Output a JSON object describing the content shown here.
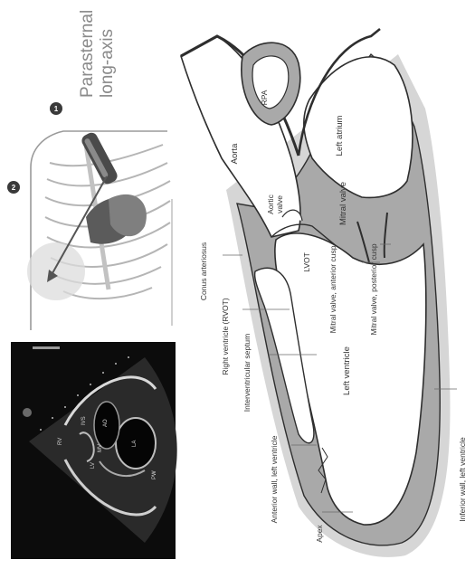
{
  "title": {
    "line1": "Parasternal",
    "line2": "long-axis"
  },
  "badges": {
    "one": "1",
    "two": "2"
  },
  "labels": {
    "rpa": "RPA",
    "aorta": "Aorta",
    "left_atrium": "Left atrium",
    "aortic_valve_1": "Aortic",
    "aortic_valve_2": "valve",
    "mitral_valve": "Mitral valve",
    "lvot": "LVOT",
    "mitral_anterior": "Mitral valve, anterior cusp",
    "mitral_posterior": "Mitral valve, posterior cusp",
    "conus": "Conus arteriosus",
    "right_ventricle": "Right ventricle (RVOT)",
    "ivs": "Interventricular septum",
    "left_ventricle": "Left ventricle",
    "anterior_wall": "Anterior wall, left ventricle",
    "inferior_wall": "Inferior wall, left ventricle",
    "apex": "Apex"
  },
  "echo_labels": {
    "rv": "RV",
    "ivs": "IVS",
    "lv": "LV",
    "la": "LA",
    "ao": "AO",
    "mv": "MV",
    "pw": "PW"
  },
  "colors": {
    "muscle": "#a9a9a9",
    "outline": "#2e2e2e",
    "pericardium": "#d6d6d6",
    "badge": "#3a3a3a",
    "echo_bg": "#0c0c0c"
  }
}
